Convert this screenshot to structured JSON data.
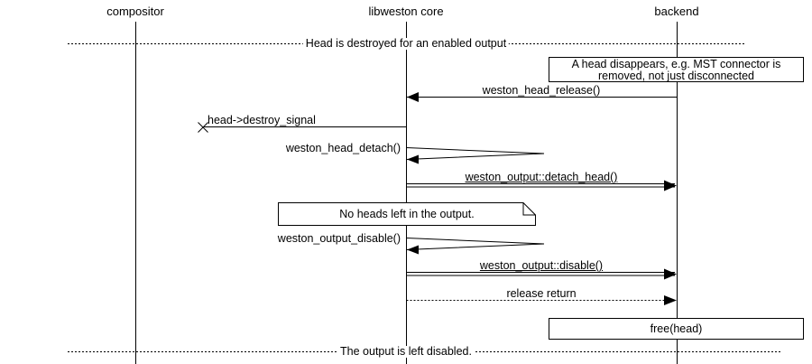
{
  "diagram": {
    "title": "Head is destroyed for an enabled output sequence diagram",
    "participants": [
      {
        "label": "compositor"
      },
      {
        "label": "libweston core"
      },
      {
        "label": "backend"
      }
    ],
    "dividers": {
      "top": "Head is destroyed for an enabled output",
      "bottom": "The output is left disabled."
    },
    "notes": {
      "head_disappears_line1": "A head disappears, e.g. MST connector is",
      "head_disappears_line2": "removed, not just disconnected",
      "no_heads": "No heads left in the output.",
      "free_head": "free(head)"
    },
    "messages": {
      "head_release": "weston_head_release()",
      "destroy_signal": "head->destroy_signal",
      "head_detach": "weston_head_detach()",
      "detach_head": "weston_output::detach_head()",
      "output_disable": "weston_output_disable()",
      "disable": "weston_output::disable()",
      "release_return": "release return"
    },
    "colors": {
      "line": "#000000",
      "background": "#ffffff"
    }
  }
}
